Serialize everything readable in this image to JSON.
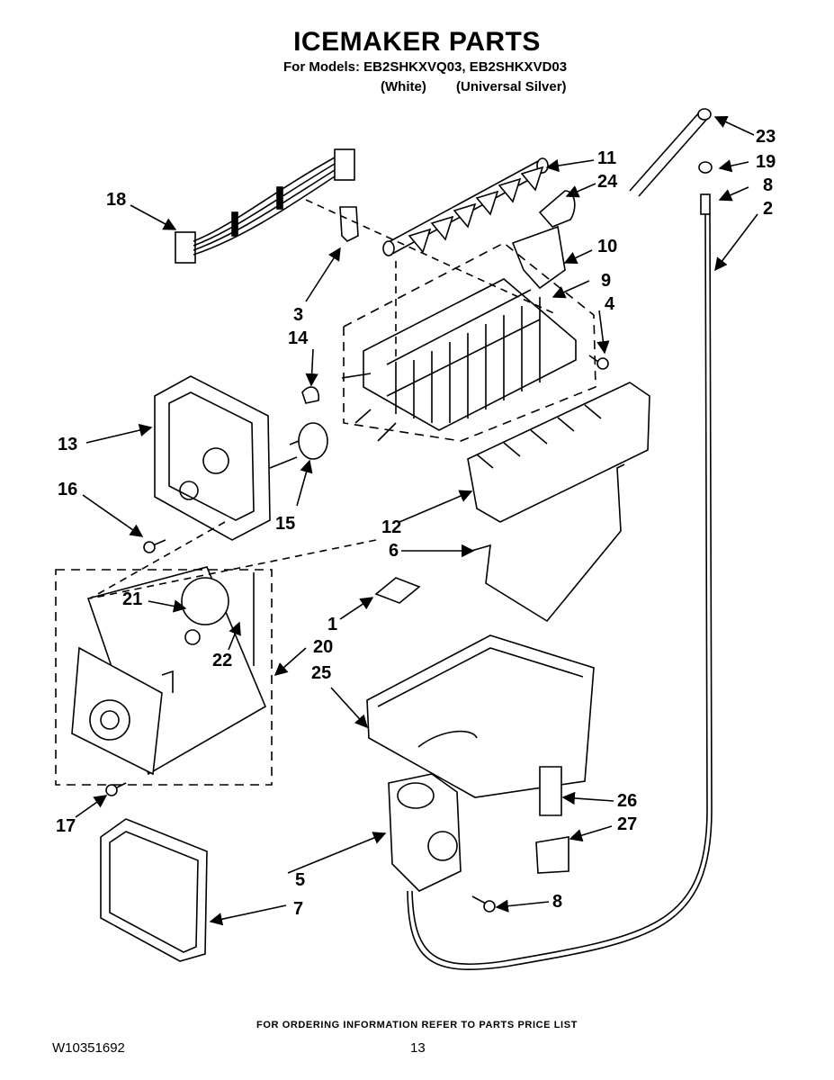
{
  "header": {
    "title": "ICEMAKER PARTS",
    "models_line": "For Models: EB2SHKXVQ03, EB2SHKXVD03",
    "variant_white": "(White)",
    "variant_silver": "(Universal Silver)"
  },
  "callouts": {
    "p1": "1",
    "p2": "2",
    "p3": "3",
    "p4": "4",
    "p5": "5",
    "p6": "6",
    "p7": "7",
    "p8a": "8",
    "p8b": "8",
    "p9": "9",
    "p10": "10",
    "p11": "11",
    "p12": "12",
    "p13": "13",
    "p14": "14",
    "p15": "15",
    "p16": "16",
    "p17": "17",
    "p18": "18",
    "p19": "19",
    "p20": "20",
    "p21": "21",
    "p22": "22",
    "p23": "23",
    "p24": "24",
    "p25": "25",
    "p26": "26",
    "p27": "27"
  },
  "footer": {
    "ordering_note": "FOR ORDERING INFORMATION REFER TO PARTS PRICE LIST",
    "document_number": "W10351692",
    "page_number": "13"
  }
}
